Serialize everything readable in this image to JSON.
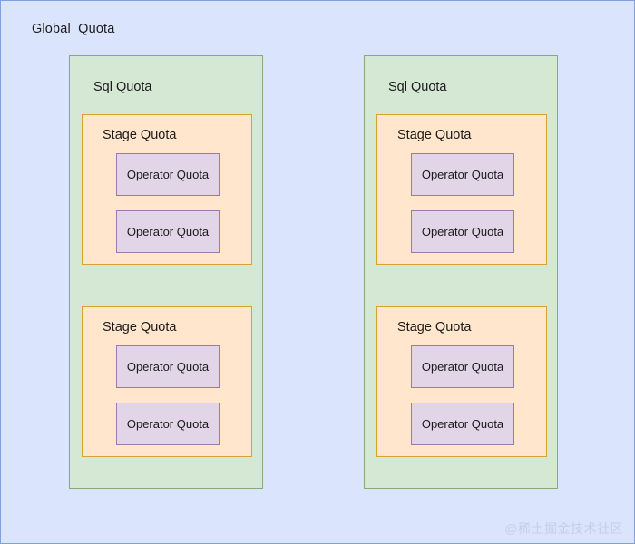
{
  "diagram": {
    "type": "nested-containment",
    "title": "Global  Quota",
    "background_color": "#dae4fc",
    "border_color": "#7ea0e0",
    "watermark": "@稀土掘金技术社区",
    "levels": [
      {
        "name": "global",
        "label": "Global  Quota",
        "fill": "#dae4fc",
        "stroke": "#7ea0e0"
      },
      {
        "name": "sql",
        "label": "Sql Quota",
        "fill": "#d5e8d4",
        "stroke": "#86a97f"
      },
      {
        "name": "stage",
        "label": "Stage Quota",
        "fill": "#ffe6cc",
        "stroke": "#d6a42e"
      },
      {
        "name": "operator",
        "label": "Operator Quota",
        "fill": "#e1d5e7",
        "stroke": "#9b79ab"
      }
    ],
    "columns": [
      {
        "id": "sql-quota-left",
        "label": "Sql Quota",
        "stages": [
          {
            "id": "stage-quota-left-1",
            "label": "Stage Quota",
            "operators": [
              {
                "id": "operator-quota-left-1-1",
                "label": "Operator Quota"
              },
              {
                "id": "operator-quota-left-1-2",
                "label": "Operator Quota"
              }
            ]
          },
          {
            "id": "stage-quota-left-2",
            "label": "Stage Quota",
            "operators": [
              {
                "id": "operator-quota-left-2-1",
                "label": "Operator Quota"
              },
              {
                "id": "operator-quota-left-2-2",
                "label": "Operator Quota"
              }
            ]
          }
        ]
      },
      {
        "id": "sql-quota-right",
        "label": "Sql Quota",
        "stages": [
          {
            "id": "stage-quota-right-1",
            "label": "Stage Quota",
            "operators": [
              {
                "id": "operator-quota-right-1-1",
                "label": "Operator Quota"
              },
              {
                "id": "operator-quota-right-1-2",
                "label": "Operator Quota"
              }
            ]
          },
          {
            "id": "stage-quota-right-2",
            "label": "Stage Quota",
            "operators": [
              {
                "id": "operator-quota-right-2-1",
                "label": "Operator Quota"
              },
              {
                "id": "operator-quota-right-2-2",
                "label": "Operator Quota"
              }
            ]
          }
        ]
      }
    ]
  }
}
